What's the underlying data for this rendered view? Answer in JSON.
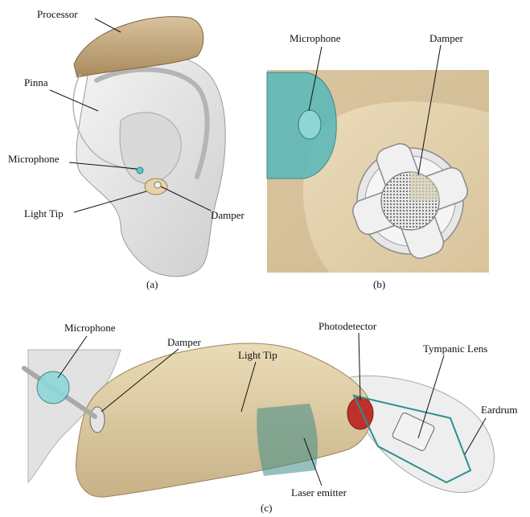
{
  "panel_a": {
    "caption": "(a)",
    "labels": {
      "processor": "Processor",
      "pinna": "Pinna",
      "microphone": "Microphone",
      "light_tip": "Light Tip",
      "damper": "Damper"
    }
  },
  "panel_b": {
    "caption": "(b)",
    "labels": {
      "microphone": "Microphone",
      "damper": "Damper"
    }
  },
  "panel_c": {
    "caption": "(c)",
    "labels": {
      "microphone": "Microphone",
      "damper": "Damper",
      "light_tip": "Light Tip",
      "photodetector": "Photodetector",
      "tympanic_lens": "Tympanic Lens",
      "eardrum": "Eardrum",
      "laser_emitter": "Laser emitter"
    }
  },
  "colors": {
    "ear": "#e6e6e6",
    "processor": "#c9ad82",
    "tip": "#e8d3a8",
    "microphone": "#5fc6c9",
    "photodetector": "#c0302a",
    "laser": "#3f8c86"
  }
}
